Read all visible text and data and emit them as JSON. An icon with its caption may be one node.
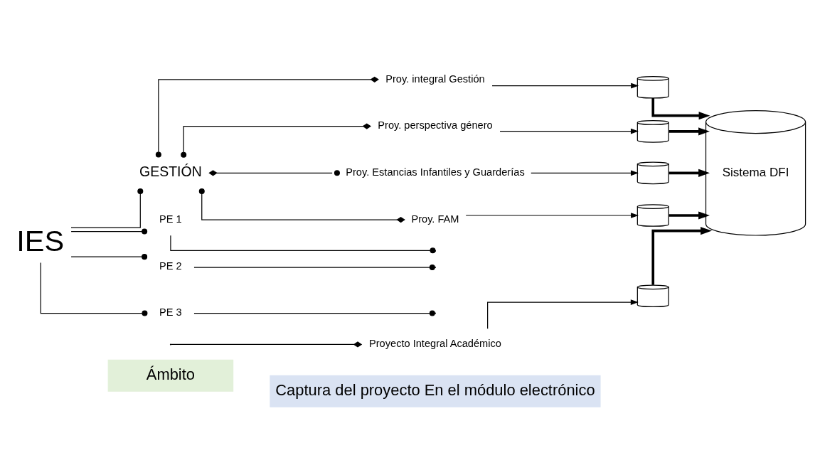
{
  "diagram": {
    "nodes": [
      {
        "text": [
          "Ámbito"
        ]
      },
      {
        "text": [
          "Captura del proyecto En el módulo electrónico"
        ]
      },
      {
        "text": [
          "IES"
        ]
      },
      {
        "text": [
          "GESTIÓN"
        ]
      },
      {
        "text": [
          "PE 1"
        ]
      },
      {
        "text": [
          "PE 2"
        ]
      },
      {
        "text": [
          "PE 3"
        ]
      },
      {
        "text": [
          "Proy. integral Gestión"
        ]
      },
      {
        "text": [
          "Proy. perspectiva género"
        ]
      },
      {
        "text": [
          "Proy. Estancias Infantiles y Guarderías"
        ]
      },
      {
        "text": [
          "Proy. FAM"
        ]
      },
      {
        "text": [
          "Proyecto Integral Académico"
        ]
      },
      {
        "text": [],
        "shape": "cylinder"
      },
      {
        "text": [],
        "shape": "cylinder"
      },
      {
        "text": [],
        "shape": "cylinder"
      },
      {
        "text": [],
        "shape": "cylinder"
      },
      {
        "text": [],
        "shape": "cylinder"
      },
      {
        "text": [
          "Sistema DFI"
        ]
      }
    ],
    "edges": [
      {
        "from": 2,
        "to": 3,
        "arrow": "other"
      },
      {
        "from": 2,
        "to": 4,
        "arrow": "other"
      },
      {
        "from": 2,
        "to": 5,
        "arrow": "other"
      },
      {
        "from": 2,
        "to": 6,
        "arrow": "other"
      },
      {
        "from": 3,
        "to": 7,
        "arrow": "other"
      },
      {
        "from": 3,
        "to": 8,
        "arrow": "other"
      },
      {
        "from": 3,
        "to": 9,
        "arrow": "other"
      },
      {
        "from": 3,
        "to": 10,
        "arrow": "other"
      },
      {
        "from": 4,
        "to": null,
        "arrow": "other"
      },
      {
        "from": 5,
        "to": null,
        "arrow": "other"
      },
      {
        "from": null,
        "to": 11,
        "arrow": "other"
      },
      {
        "from": 6,
        "to": null,
        "arrow": "other"
      },
      {
        "from": 7,
        "to": 12,
        "arrow": "to"
      },
      {
        "from": 8,
        "to": 13,
        "arrow": "to"
      },
      {
        "from": 9,
        "to": 14,
        "arrow": "to"
      },
      {
        "from": 10,
        "to": 15,
        "arrow": "to"
      },
      {
        "from": 11,
        "to": 16,
        "arrow": "to"
      },
      {
        "from": 12,
        "to": 17,
        "arrow": "to",
        "style": "thick"
      },
      {
        "from": 13,
        "to": 17,
        "arrow": "to",
        "style": "thick"
      },
      {
        "from": 14,
        "to": 17,
        "arrow": "to",
        "style": "thick"
      },
      {
        "from": 15,
        "to": 17,
        "arrow": "to",
        "style": "thick"
      },
      {
        "from": 16,
        "to": 17,
        "arrow": "to",
        "style": "thick"
      }
    ]
  }
}
